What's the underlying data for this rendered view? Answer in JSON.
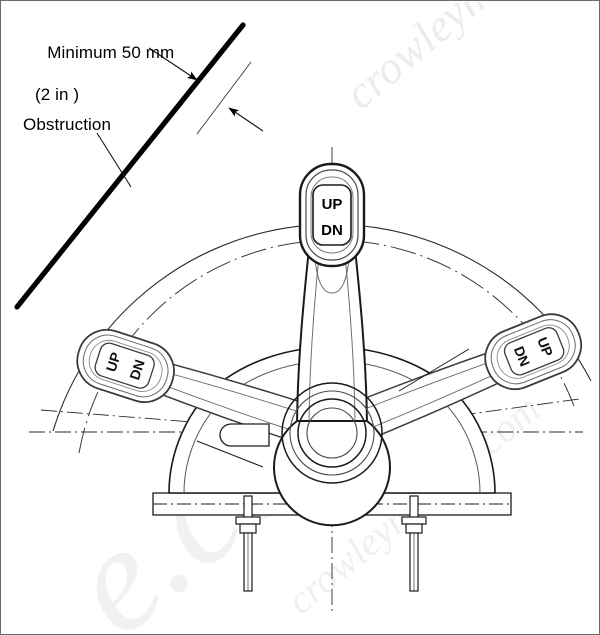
{
  "figure": {
    "title": "Remote control lever clearance installation diagram",
    "background": "#ffffff",
    "border_color": "#6b6b6b",
    "line_color": "#1a1a1a"
  },
  "annotations": {
    "clearance": {
      "line1": "Minimum 50 mm",
      "line2": "(2 in )",
      "value_mm": 50,
      "value_in": 2
    },
    "obstruction": {
      "label": "Obstruction"
    }
  },
  "control": {
    "trim_switch": {
      "up_label": "UP",
      "down_label": "DN"
    },
    "positions": [
      {
        "name": "neutral-upright",
        "angle_deg": 0
      },
      {
        "name": "rotated-left",
        "angle_deg": -72
      },
      {
        "name": "rotated-right",
        "angle_deg": 68
      }
    ],
    "swing_arc": {
      "style": "dash-dot",
      "description": "lever handle swing envelope"
    }
  },
  "mounting": {
    "panel": "horizontal mounting panel",
    "bolts": 2
  },
  "watermark": {
    "text": "crowleymarine.com",
    "color": "#d9d9d9"
  }
}
